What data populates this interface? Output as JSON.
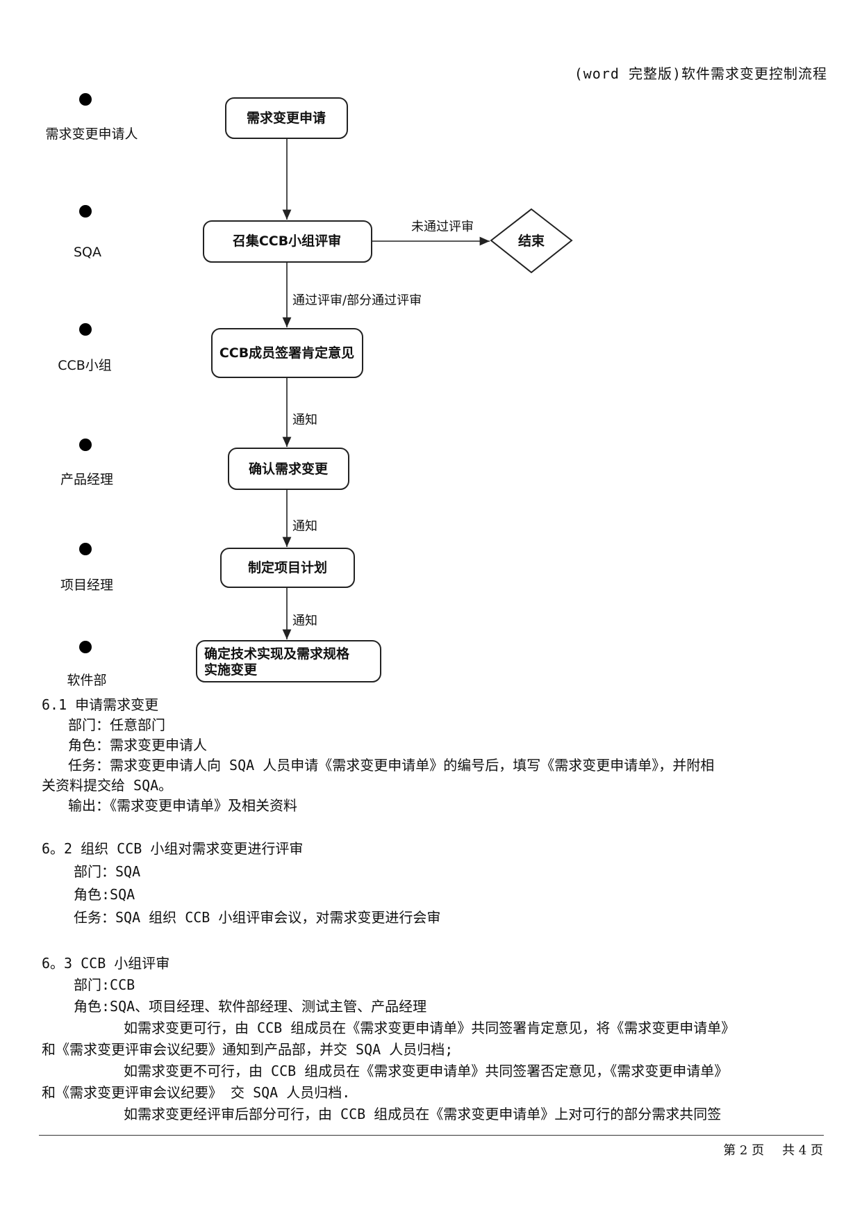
{
  "header": {
    "title": "(word 完整版)软件需求变更控制流程"
  },
  "actors": [
    "需求变更申请人",
    "SQA",
    "CCB小组",
    "产品经理",
    "项目经理",
    "软件部"
  ],
  "flow": {
    "steps": [
      "需求变更申请",
      "召集CCB小组评审",
      "CCB成员签署肯定意见",
      "确认需求变更",
      "制定项目计划",
      [
        "确定技术实现及需求规格",
        "实施变更"
      ]
    ],
    "end_node": "结束",
    "edge_labels": {
      "reject": "未通过评审",
      "pass": "通过评审/部分通过评审",
      "notify1": "通知",
      "notify2": "通知",
      "notify3": "通知"
    }
  },
  "sections": {
    "s1": {
      "title": "6.1 申请需求变更",
      "dept": "部门：任意部门",
      "role": "角色：需求变更申请人",
      "task_a": "任务：需求变更申请人向 SQA 人员申请《需求变更申请单》的编号后，填写《需求变更申请单》，并附相",
      "task_b": "关资料提交给 SQA。",
      "output": "输出：《需求变更申请单》及相关资料"
    },
    "s2": {
      "title": "6。2 组织 CCB 小组对需求变更进行评审",
      "dept": "部门：SQA",
      "role": "角色:SQA",
      "task": "任务：SQA 组织 CCB 小组评审会议，对需求变更进行会审"
    },
    "s3": {
      "title": "6。3 CCB 小组评审",
      "dept": "部门:CCB",
      "role": "角色:SQA、项目经理、软件部经理、测试主管、产品经理",
      "p1a": "如需求变更可行，由 CCB 组成员在《需求变更申请单》共同签署肯定意见，将《需求变更申请单》",
      "p1b": "和《需求变更评审会议纪要》通知到产品部，并交 SQA 人员归档;",
      "p2a": "如需求变更不可行，由 CCB 组成员在《需求变更申请单》共同签署否定意见，《需求变更申请单》",
      "p2b": "和《需求变更评审会议纪要》 交 SQA 人员归档.",
      "p3a": "如需求变更经评审后部分可行，由 CCB 组成员在《需求变更申请单》上对可行的部分需求共同签"
    }
  },
  "footer": {
    "page": "第 2 页",
    "total": "共 4 页"
  }
}
